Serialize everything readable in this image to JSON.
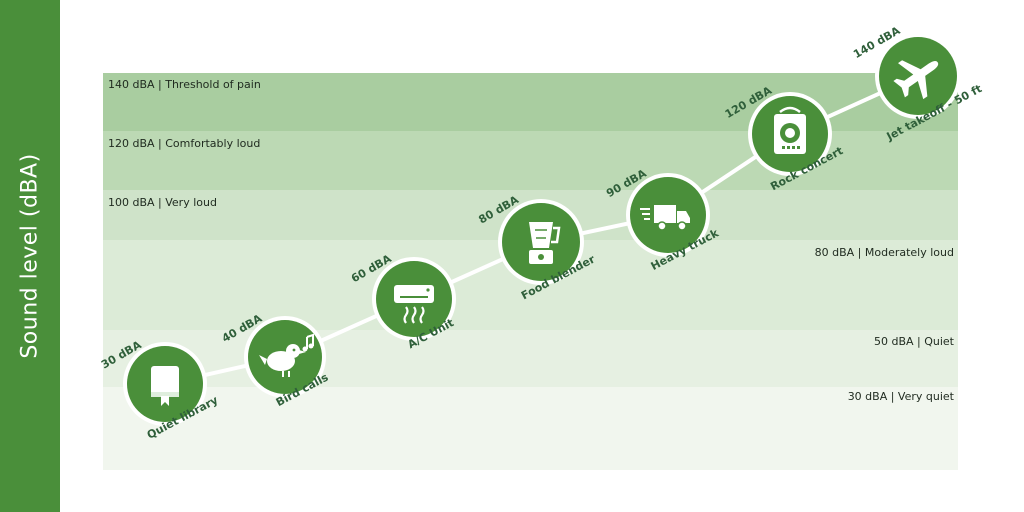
{
  "sidebar": {
    "title": "Sound level (dBA)"
  },
  "colors": {
    "sidebar": "#4a8f3a",
    "node_fill": "#4a8f3a",
    "node_stroke": "#ffffff",
    "text_dark": "#2f5f3a",
    "connector": "#ffffff"
  },
  "bands": [
    {
      "label": "140 dBA | Threshold of pain",
      "align": "left",
      "color": "#a9cda0"
    },
    {
      "label": "120 dBA | Comfortably loud",
      "align": "left",
      "color": "#bcd9b4"
    },
    {
      "label": "100 dBA | Very loud",
      "align": "left",
      "color": "#cfe3c9"
    },
    {
      "label": "80 dBA | Moderately loud",
      "align": "right",
      "color": "#dcebd7"
    },
    {
      "label": "50 dBA | Quiet",
      "align": "right",
      "color": "#e6f0e2"
    },
    {
      "label": "30 dBA | Very quiet",
      "align": "right",
      "color": "#f1f6ee"
    }
  ],
  "sources": [
    {
      "dba": "30 dBA",
      "name": "Quiet library",
      "icon": "book-icon"
    },
    {
      "dba": "40 dBA",
      "name": "Bird calls",
      "icon": "bird-icon"
    },
    {
      "dba": "60 dBA",
      "name": "A/C Unit",
      "icon": "ac-unit-icon"
    },
    {
      "dba": "80 dBA",
      "name": "Food blender",
      "icon": "blender-icon"
    },
    {
      "dba": "90 dBA",
      "name": "Heavy truck",
      "icon": "truck-icon"
    },
    {
      "dba": "120 dBA",
      "name": "Rock concert",
      "icon": "speaker-icon"
    },
    {
      "dba": "140 dBA",
      "name": "Jet takeoff - 50 ft",
      "icon": "airplane-icon"
    }
  ]
}
